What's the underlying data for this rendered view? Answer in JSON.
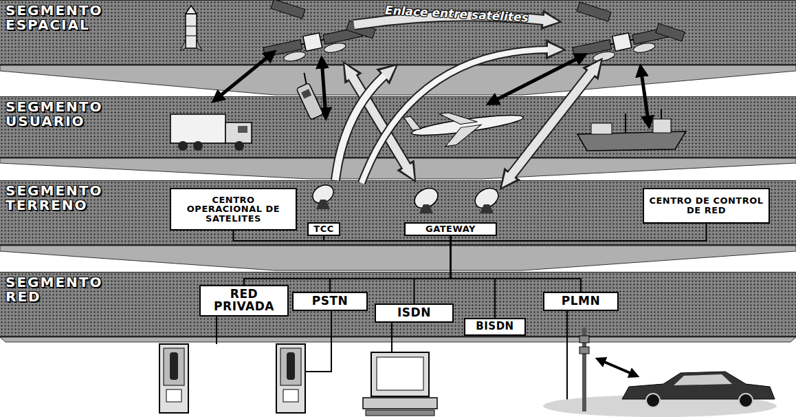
{
  "diagram": {
    "nodes": [
      {
        "text": [
          "SEGMENTO ESPACIAL"
        ]
      },
      {
        "text": [
          "SEGMENTO USUARIO"
        ]
      },
      {
        "text": [
          "SEGMENTO TERRENO"
        ]
      },
      {
        "text": [
          "CENTRO OPERACIONAL DE SATELITES"
        ],
        "in": 2
      },
      {
        "text": [
          "TCC"
        ],
        "in": 2
      },
      {
        "text": [
          "GATEWAY"
        ],
        "in": 2
      },
      {
        "text": [
          "CENTRO DE CONTROL DE RED"
        ],
        "in": 2
      },
      {
        "text": [
          "SEGMENTO RED"
        ]
      },
      {
        "text": [
          "RED PRIVADA"
        ],
        "in": 7
      },
      {
        "text": [
          "PSTN"
        ],
        "in": 7
      },
      {
        "text": [
          "ISDN"
        ],
        "in": 7
      },
      {
        "text": [
          "BISDN"
        ],
        "in": 7
      },
      {
        "text": [
          "PLMN"
        ],
        "in": 7
      }
    ],
    "edges": [
      {
        "from": 3,
        "to": 6,
        "arrow": "none"
      },
      {
        "from": 5,
        "to": 8,
        "arrow": "none"
      },
      {
        "from": 5,
        "to": 9,
        "arrow": "none"
      },
      {
        "from": 5,
        "to": 10,
        "arrow": "none"
      },
      {
        "from": 5,
        "to": 11,
        "arrow": "none"
      },
      {
        "from": 5,
        "to": 12,
        "arrow": "none"
      }
    ],
    "labels": [
      "Enlace entre satélites"
    ]
  }
}
